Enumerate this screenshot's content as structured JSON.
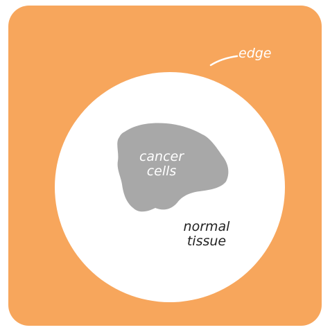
{
  "diagram": {
    "labels": {
      "edge": "edge",
      "cancer_line1": "cancer",
      "cancer_line2": "cells",
      "normal_line1": "normal",
      "normal_line2": "tissue"
    },
    "colors": {
      "edge_fill": "#f7a65c",
      "normal_tissue_fill": "#ffffff",
      "cancer_fill": "#a8a8a8",
      "edge_text": "#ffffff",
      "cancer_text": "#ffffff",
      "normal_text": "#222222"
    }
  }
}
